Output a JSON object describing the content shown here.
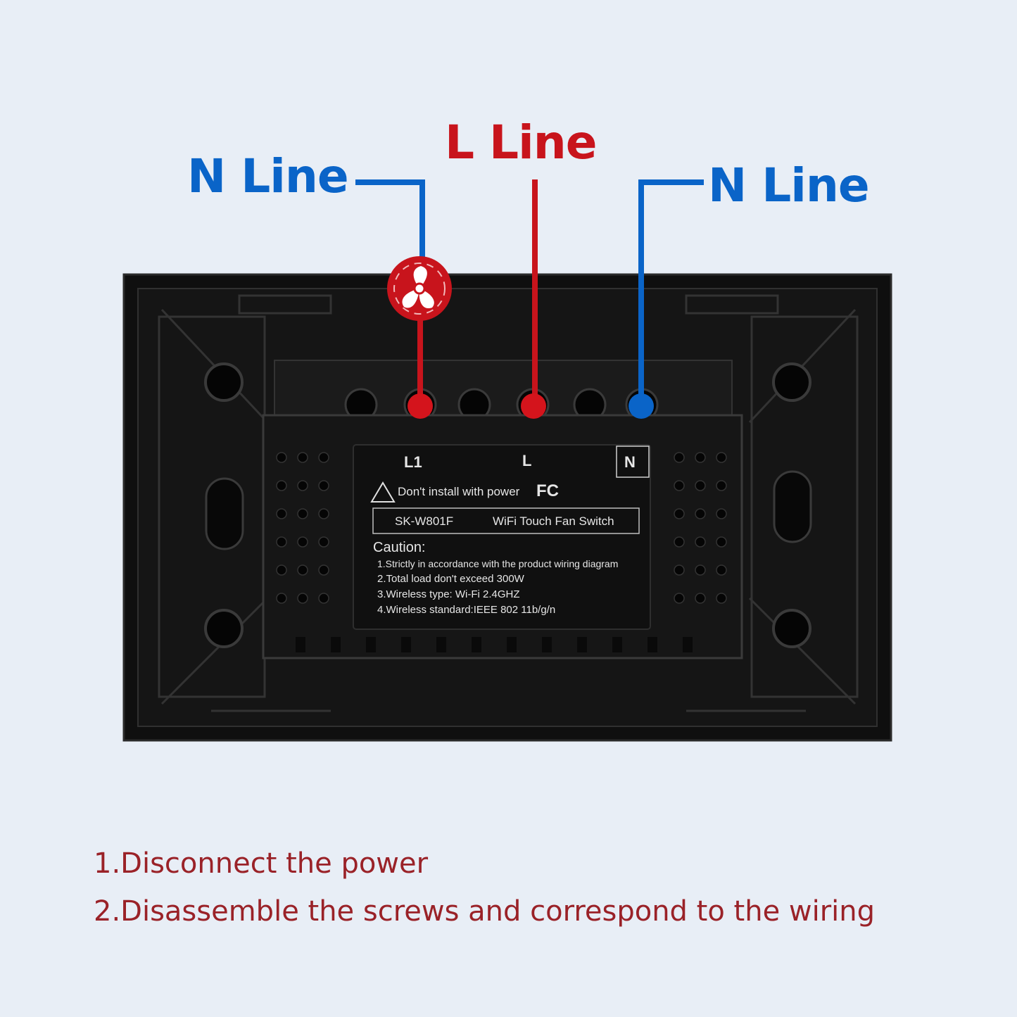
{
  "labels": {
    "n_line_left": "N Line",
    "l_line": "L Line",
    "n_line_right": "N Line"
  },
  "device": {
    "terminal_l1": "L1",
    "terminal_l": "L",
    "terminal_n": "N",
    "warning": "Don't install with power",
    "cert_mark": "FC",
    "model": "SK-W801F",
    "product_name": "WiFi Touch Fan Switch",
    "caution_title": "Caution:",
    "caution_items": [
      "1.Strictly in accordance with the product wiring diagram",
      "2.Total load don't exceed 300W",
      "3.Wireless type: Wi-Fi 2.4GHZ",
      "4.Wireless standard:IEEE 802 11b/g/n"
    ]
  },
  "instructions": [
    "1.Disconnect the power",
    "2.Disassemble the screws and correspond to the wiring"
  ],
  "colors": {
    "background": "#e8eef6",
    "n_wire": "#0a64c8",
    "l_wire": "#c8141c",
    "instruction_text": "#9a2228",
    "plate": "#121212"
  },
  "icons": {
    "load_icon": "fan-icon"
  }
}
